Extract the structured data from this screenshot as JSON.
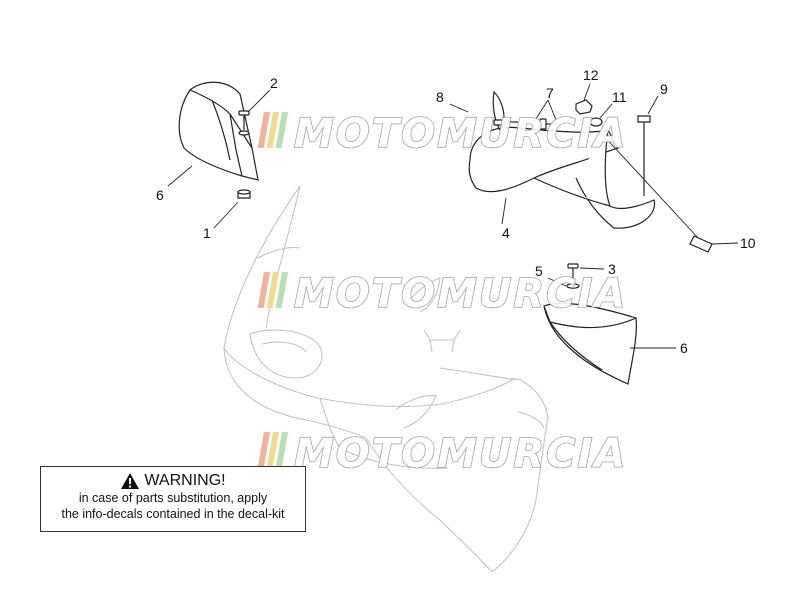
{
  "watermark": {
    "brand": "MOTOMURCIA",
    "stripe_colors": [
      "#f3b09a",
      "#f0dd8c",
      "#b8e0b0"
    ]
  },
  "callouts": [
    {
      "id": "c2",
      "text": "2"
    },
    {
      "id": "c6a",
      "text": "6"
    },
    {
      "id": "c1",
      "text": "1"
    },
    {
      "id": "c8",
      "text": "8"
    },
    {
      "id": "c7",
      "text": "7"
    },
    {
      "id": "c12",
      "text": "12"
    },
    {
      "id": "c11",
      "text": "11"
    },
    {
      "id": "c9",
      "text": "9"
    },
    {
      "id": "c4",
      "text": "4"
    },
    {
      "id": "c10",
      "text": "10"
    },
    {
      "id": "c5",
      "text": "5"
    },
    {
      "id": "c3",
      "text": "3"
    },
    {
      "id": "c6b",
      "text": "6"
    }
  ],
  "warning": {
    "icon": "warning-triangle-icon",
    "title": "WARNING!",
    "line1": "in case of parts substitution, apply",
    "line2": "the info-decals contained in the decal-kit"
  }
}
